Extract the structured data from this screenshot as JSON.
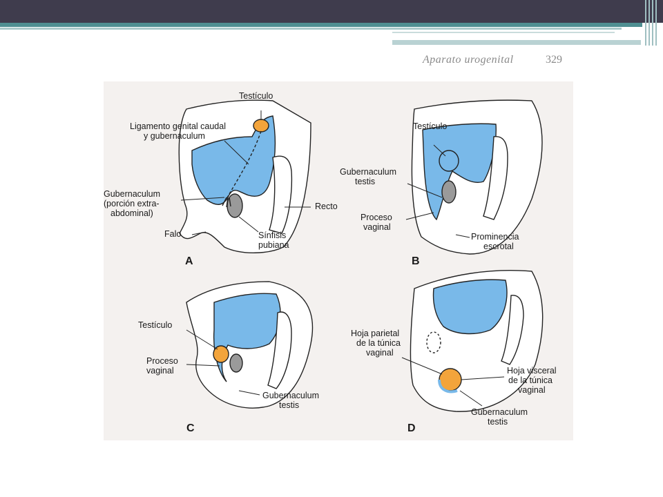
{
  "slide": {
    "header_text": "Aparato urogenital",
    "header_number": "329"
  },
  "panels": {
    "A": {
      "letter": "A",
      "labels": {
        "testiculo": "Testículo",
        "ligamento_1": "Ligamento genital caudal",
        "ligamento_2": "y gubernaculum",
        "gub_extra_1": "Gubernaculum",
        "gub_extra_2": "(porción extra-",
        "gub_extra_3": "abdominal)",
        "recto": "Recto",
        "falo": "Falo",
        "sinfisis_1": "Sínfisis",
        "sinfisis_2": "pubiana"
      }
    },
    "B": {
      "letter": "B",
      "labels": {
        "testiculo": "Testículo",
        "gub_1": "Gubernaculum",
        "gub_2": "testis",
        "proceso_1": "Proceso",
        "proceso_2": "vaginal",
        "prominencia_1": "Prominencia",
        "prominencia_2": "escrotal"
      }
    },
    "C": {
      "letter": "C",
      "labels": {
        "testiculo": "Testículo",
        "proceso_1": "Proceso",
        "proceso_2": "vaginal",
        "gub_1": "Gubernaculum",
        "gub_2": "testis"
      }
    },
    "D": {
      "letter": "D",
      "labels": {
        "parietal_1": "Hoja parietal",
        "parietal_2": "de la túnica",
        "parietal_3": "vaginal",
        "visceral_1": "Hoja visceral",
        "visceral_2": "de la túnica",
        "visceral_3": "vaginal",
        "gub_1": "Gubernaculum",
        "gub_2": "testis"
      }
    }
  },
  "colors": {
    "peritoneum_blue": "#79b9e9",
    "testis_orange": "#f3a43b",
    "symphysis_gray": "#9a9a9a",
    "tissue_white": "#ffffff",
    "outline": "#222222"
  }
}
